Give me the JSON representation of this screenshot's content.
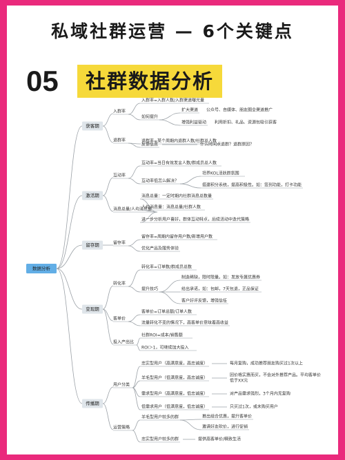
{
  "header": {
    "title": "私域社群运营 — 6个关键点",
    "number": "05",
    "subtitle": "社群数据分析"
  },
  "colors": {
    "background": "#ea2a7c",
    "highlight": "#f6d93a",
    "root_box": "#62aee6",
    "branch_box": "#dfe5ea"
  },
  "mindmap": {
    "root": "数据分析",
    "branches": [
      {
        "label": "获客期",
        "subs": [
          {
            "label": "入群率",
            "items": [
              {
                "text": "入群率=入群人数/入群渠道曝光量"
              },
              {
                "text": "如何提升",
                "items": [
                  {
                    "text": "扩大渠道",
                    "note": "公众号、自媒体、朋友圈全渠道推广"
                  },
                  {
                    "text": "增强利益驱动",
                    "note": "利用折扣、礼品、资源包吸引获客"
                  }
                ]
              }
            ]
          },
          {
            "label": "退群率",
            "items": [
              {
                "text": "退群率=某个周期内退群人数/社群总人数"
              },
              {
                "text": "反馈信息",
                "note": "什么时间点退群？退群原因？"
              }
            ]
          }
        ]
      },
      {
        "label": "激活期",
        "subs": [
          {
            "label": "互动率",
            "items": [
              {
                "text": "互动率=当日有效发言人数/群成员总人数"
              },
              {
                "text": "互动率低怎么解决？",
                "items": [
                  {
                    "text": "培养KOL活跃群氛围"
                  },
                  {
                    "text": "搭建积分系统，提高积极性。如：签到功能，打卡功能"
                  }
                ]
              }
            ]
          },
          {
            "label": "消息总量/人均消息量",
            "items": [
              {
                "text": "消息总量：一定时期内社群消息总数量"
              },
              {
                "text": "人均消息量：消息总量/社群人数"
              },
              {
                "text": "进一步分析用户喜好，群体互动特点，后续活动中迭代策略"
              }
            ]
          }
        ]
      },
      {
        "label": "留存期",
        "subs": [
          {
            "label": "留存率",
            "items": [
              {
                "text": "留存率=周期内留存用户数/新增用户数"
              },
              {
                "text": "优化产品及服务体验"
              }
            ]
          }
        ]
      },
      {
        "label": "变现期",
        "subs": [
          {
            "label": "转化率",
            "items": [
              {
                "text": "转化率=订单数/群成员总数"
              },
              {
                "text": "提升技巧",
                "items": [
                  {
                    "text": "制造稀缺，限时限量。如：发放专属优惠券"
                  },
                  {
                    "text": "给出承诺，如：包邮，7天包退，正品保证"
                  },
                  {
                    "text": "客户好评反馈，增强信任"
                  }
                ]
              }
            ]
          },
          {
            "label": "客单价",
            "items": [
              {
                "text": "客单价=订单总额/订单人数"
              },
              {
                "text": "流量转化不变的情况下，高客单价意味着高收益"
              }
            ]
          },
          {
            "label": "投入产出比",
            "items": [
              {
                "text": "社群ROI=成本/销售额"
              },
              {
                "text": "ROI＞1，可继续加大投入"
              }
            ]
          }
        ]
      },
      {
        "label": "传播期",
        "subs": [
          {
            "label": "用户分类",
            "items": [
              {
                "text": "忠实型用户（高满意度，高忠诚度）",
                "note": "每月复购，成功推荐朋友购买过1次以上"
              },
              {
                "text": "羊毛型用户（低满意度，高忠诚度）",
                "note": "因价格实惠而买，不会对外推荐产品。平均客单价低于XX元"
              },
              {
                "text": "需求型用户（高满意度，低忠诚度）",
                "note": "对产品需求强烈，3个月内无复购"
              },
              {
                "text": "低需求用户（低满意度，低忠诚度）",
                "note": "只买过1次，或未购买用户"
              }
            ]
          },
          {
            "label": "运营策略",
            "items": [
              {
                "text": "羊毛型用户较多的群",
                "items": [
                  {
                    "text": "推出组合优惠，提升客单价"
                  },
                  {
                    "text": "邀请好友砍价，进行促销"
                  }
                ]
              },
              {
                "text": "忠实型用户较多的群",
                "note": "提供高客单价/精致生活"
              }
            ]
          }
        ]
      }
    ]
  }
}
